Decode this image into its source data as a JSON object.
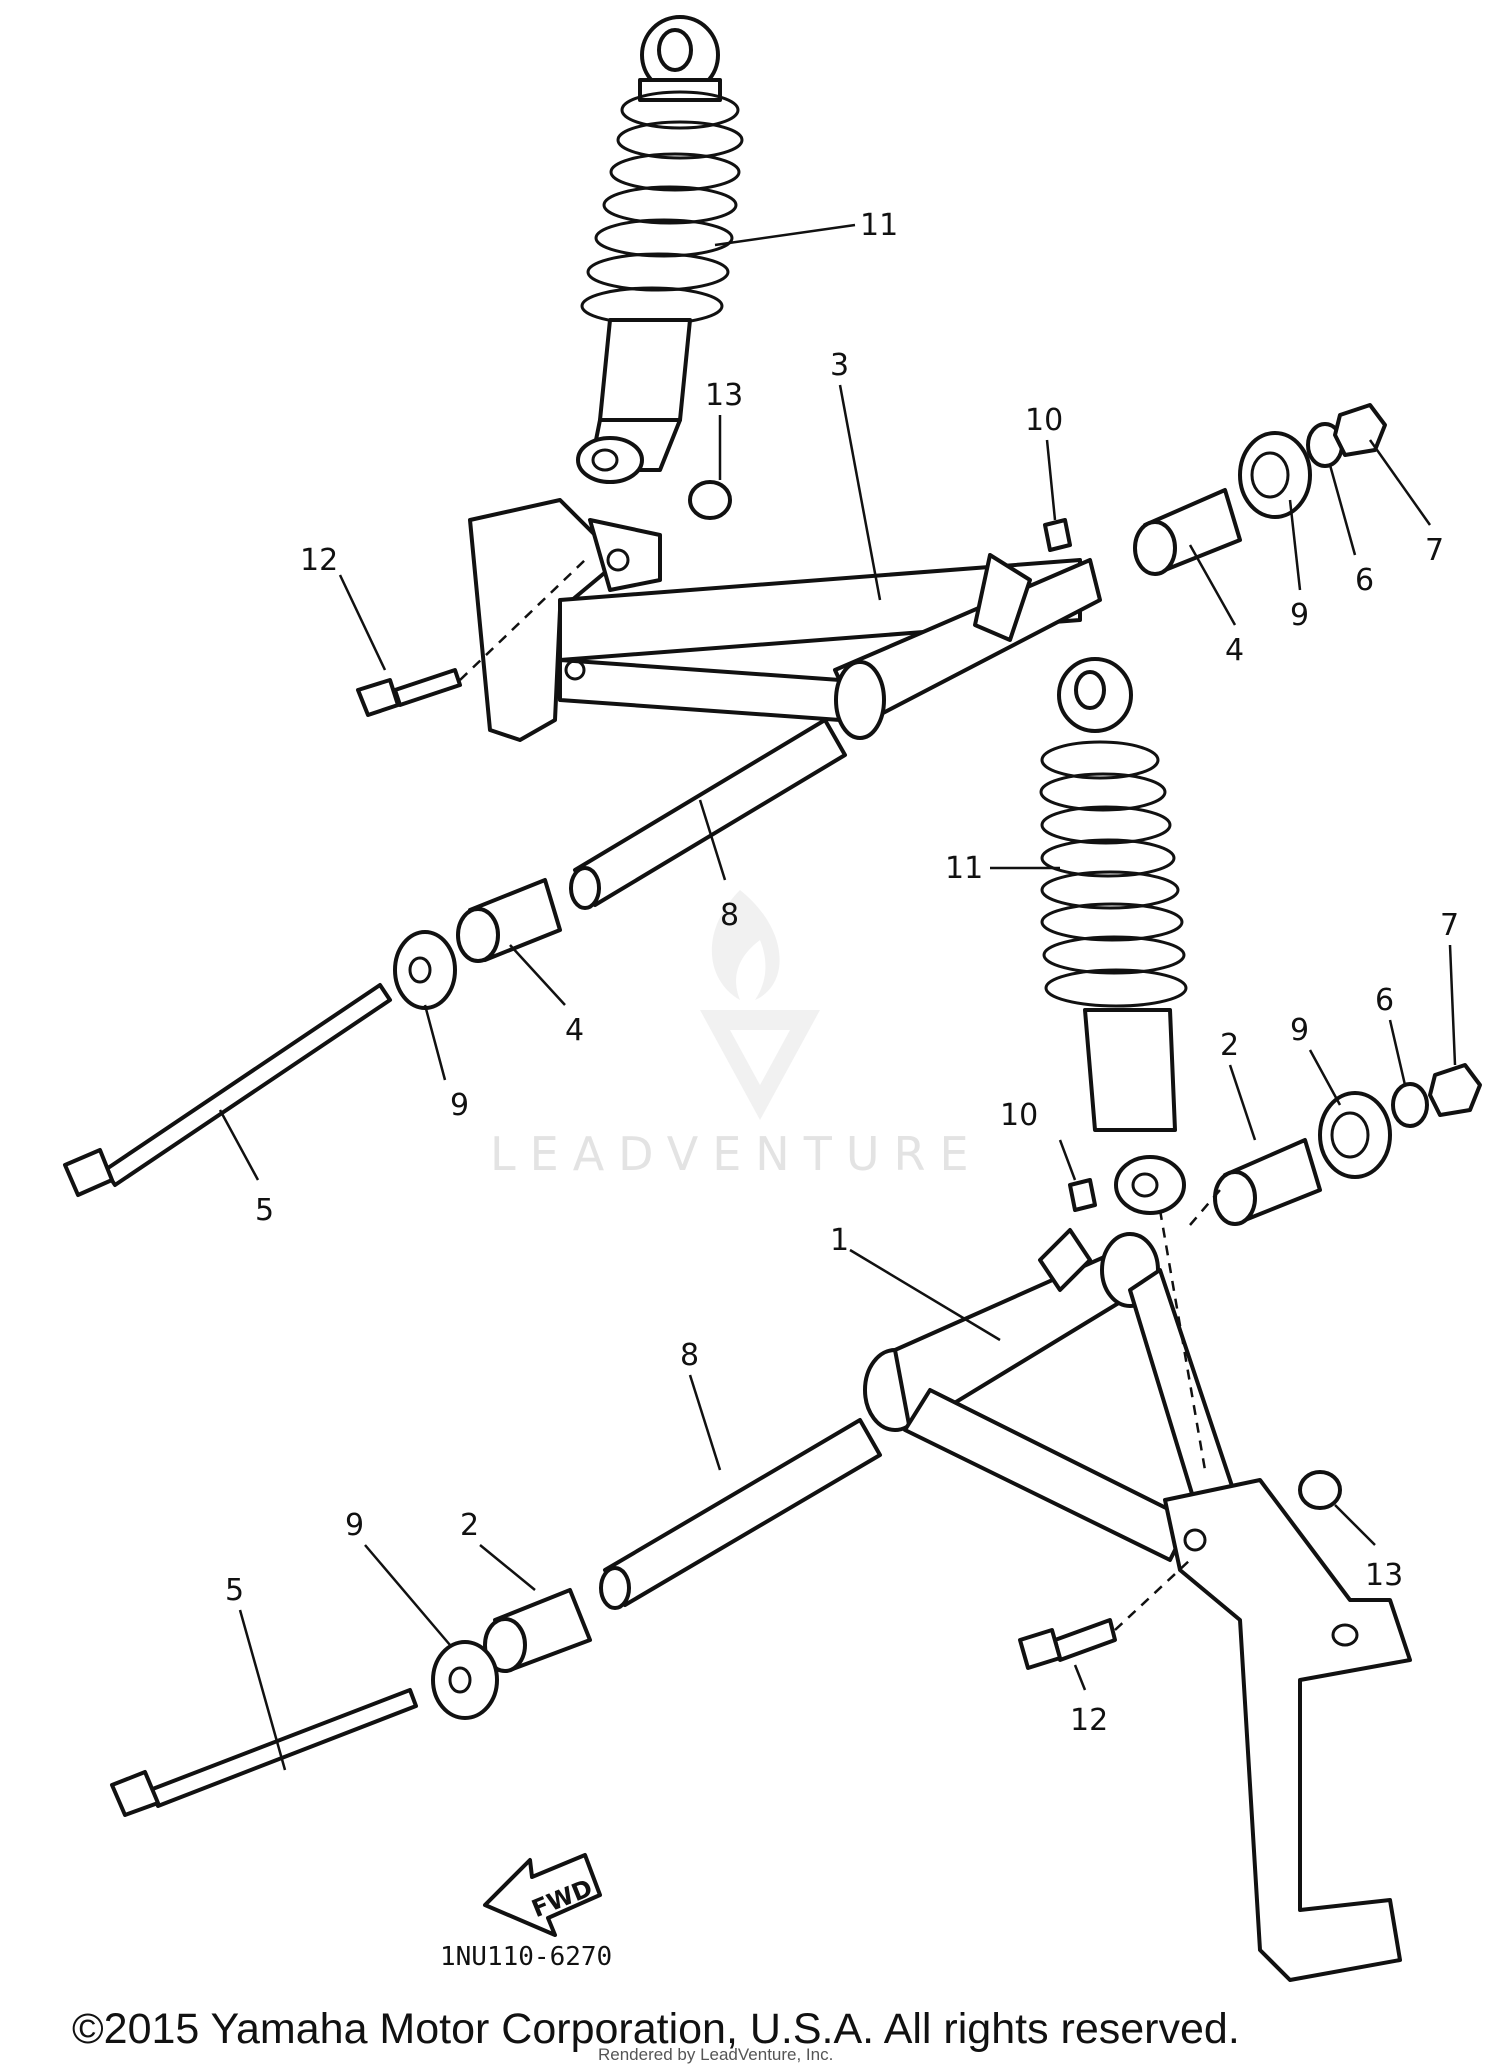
{
  "diagram": {
    "code": "1NU110-6270",
    "fwd_label": "FWD",
    "callouts": {
      "arm_lower": "1",
      "bushing_lower_rear": "2",
      "bushing_lower_front": "2",
      "arm_upper": "3",
      "bushing_upper_rear": "4",
      "bushing_upper_front": "4",
      "bolt_upper": "5",
      "bolt_lower": "5",
      "washer_upper": "6",
      "washer_lower": "6",
      "nut_upper": "7",
      "nut_lower": "7",
      "collar_upper": "8",
      "collar_lower": "8",
      "seal_upper_rear": "9",
      "seal_upper_front": "9",
      "seal_lower_rear": "9",
      "seal_lower_front": "9",
      "fitting_upper": "10",
      "fitting_lower": "10",
      "shock_upper": "11",
      "shock_lower": "11",
      "mount_bolt_upper": "12",
      "mount_bolt_lower": "12",
      "mount_nut_upper": "13",
      "mount_nut_lower": "13"
    }
  },
  "watermark": {
    "text": "LEADVENTURE"
  },
  "footer": {
    "copyright": "©2015 Yamaha Motor Corporation, U.S.A. All rights reserved.",
    "rendered_by": "Rendered by LeadVenture, Inc."
  }
}
